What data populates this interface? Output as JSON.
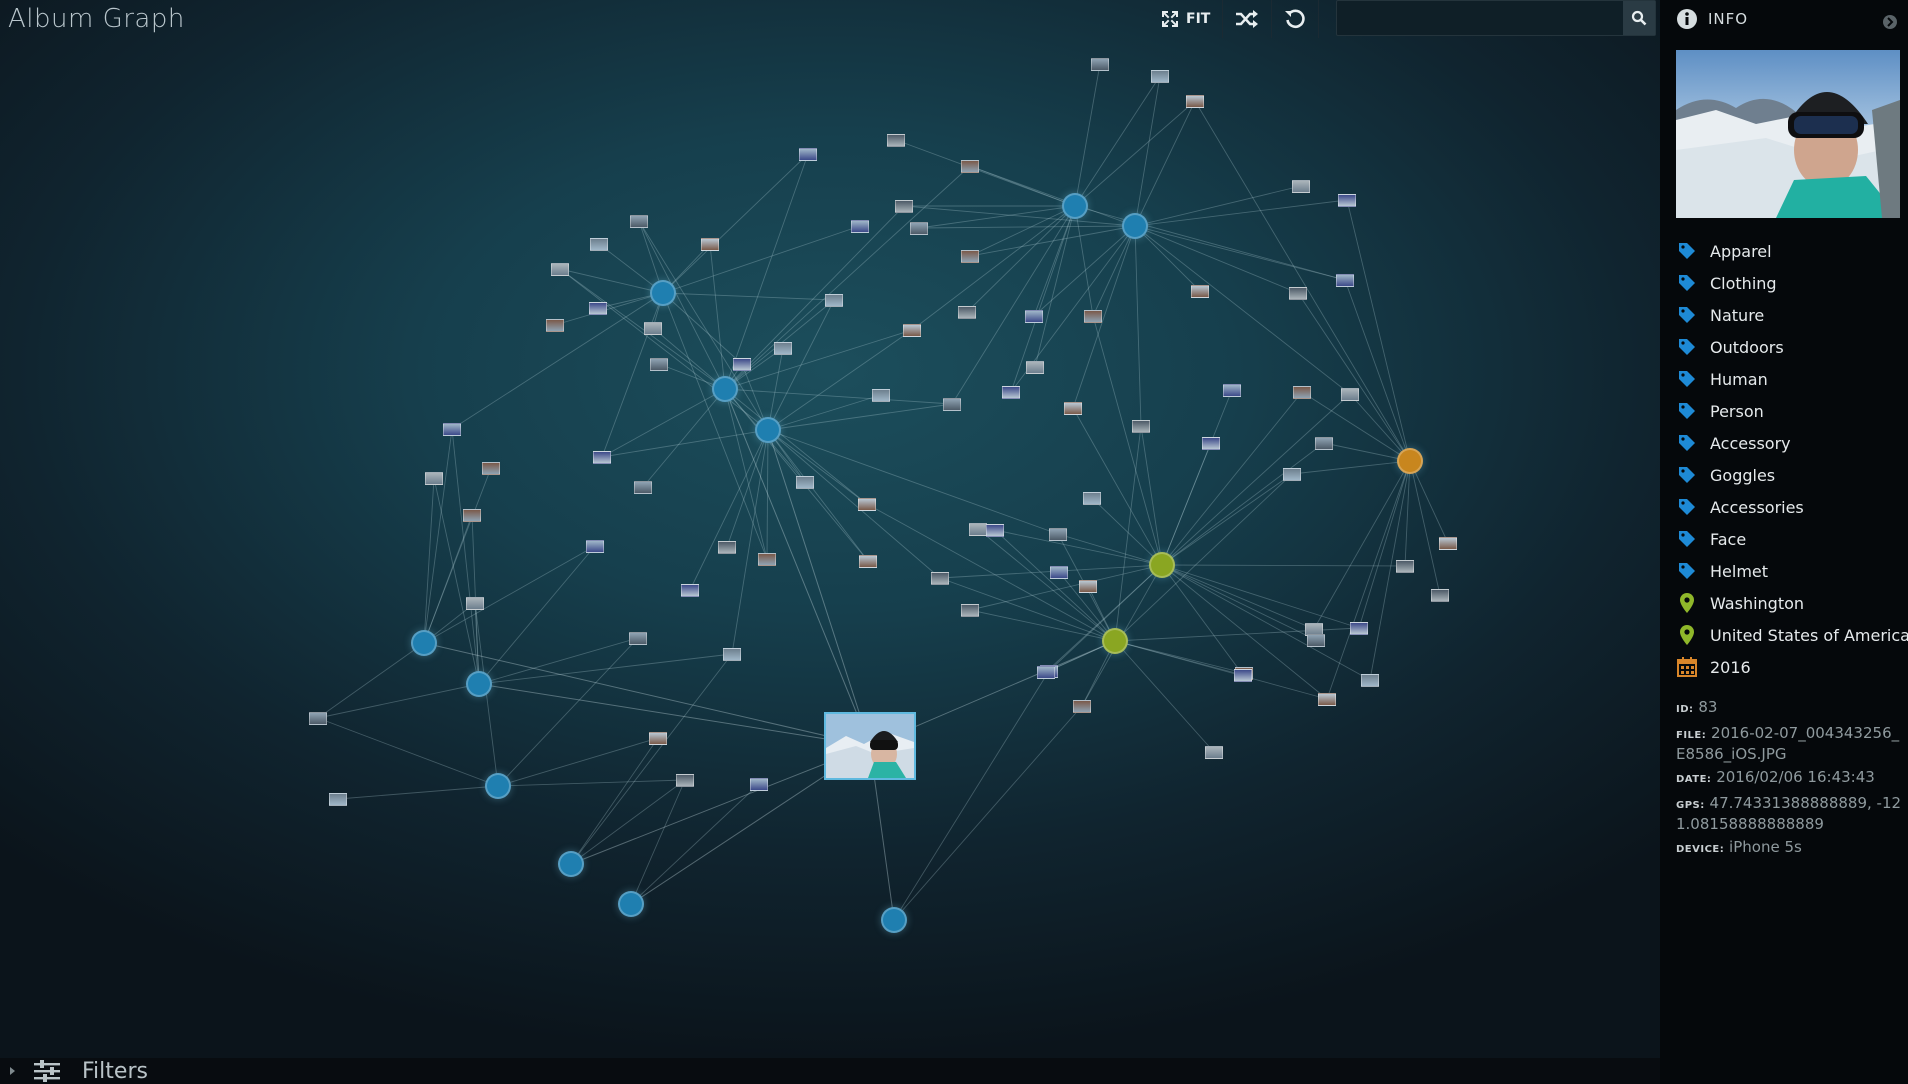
{
  "app": {
    "title": "Album Graph"
  },
  "toolbar": {
    "fit_label": "FIT",
    "fit_icon": "expand-icon",
    "shuffle_icon": "shuffle-icon",
    "reset_icon": "undo-icon",
    "search_value": "",
    "search_icon": "search-icon"
  },
  "info": {
    "header": "INFO",
    "tags": [
      {
        "label": "Apparel",
        "icon": "tag-icon"
      },
      {
        "label": "Clothing",
        "icon": "tag-icon"
      },
      {
        "label": "Nature",
        "icon": "tag-icon"
      },
      {
        "label": "Outdoors",
        "icon": "tag-icon"
      },
      {
        "label": "Human",
        "icon": "tag-icon"
      },
      {
        "label": "Person",
        "icon": "tag-icon"
      },
      {
        "label": "Accessory",
        "icon": "tag-icon"
      },
      {
        "label": "Goggles",
        "icon": "tag-icon"
      },
      {
        "label": "Accessories",
        "icon": "tag-icon"
      },
      {
        "label": "Face",
        "icon": "tag-icon"
      },
      {
        "label": "Helmet",
        "icon": "tag-icon"
      },
      {
        "label": "Washington",
        "icon": "location-pin-icon"
      },
      {
        "label": "United States of America",
        "icon": "location-pin-icon"
      },
      {
        "label": "2016",
        "icon": "calendar-icon"
      }
    ],
    "meta": {
      "id_key": "ID:",
      "id_val": "83",
      "file_key": "FILE:",
      "file_val": "2016-02-07_004343256_E8586_iOS.JPG",
      "date_key": "DATE:",
      "date_val": "2016/02/06 16:43:43",
      "gps_key": "GPS:",
      "gps_val": "47.74331388888889, -121.08158888888889",
      "device_key": "DEVICE:",
      "device_val": "iPhone 5s"
    }
  },
  "filters": {
    "label": "Filters"
  },
  "colors": {
    "hub_tag": "#1f7fb0",
    "hub_location": "#8aa622",
    "hub_date": "#c8861e",
    "tag_icon": "#1e8ad6",
    "pin_icon": "#8fb72a",
    "calendar_icon": "#d9862a"
  }
}
